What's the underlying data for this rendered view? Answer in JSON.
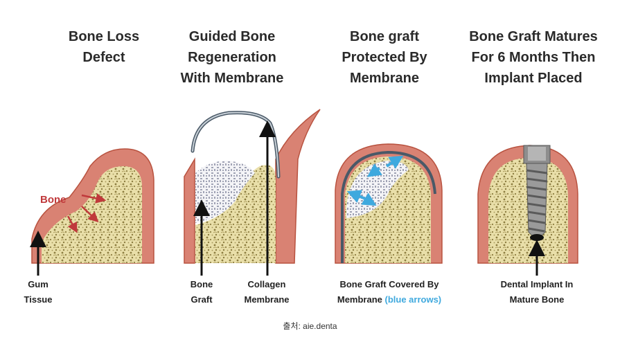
{
  "panels": [
    {
      "title": [
        "Bone Loss",
        "Defect"
      ],
      "labels": [
        {
          "lines": [
            "Gum",
            "Tissue"
          ]
        }
      ]
    },
    {
      "title": [
        "Guided Bone",
        "Regeneration",
        "With Membrane"
      ],
      "labels": [
        {
          "lines": [
            "Bone",
            "Graft"
          ]
        },
        {
          "lines": [
            "Collagen",
            "Membrane"
          ]
        }
      ]
    },
    {
      "title": [
        "Bone graft",
        "Protected By",
        "Membrane"
      ],
      "labels": [
        {
          "lines": [
            "Bone Graft Covered By",
            "Membrane"
          ],
          "highlight": "(blue arrows)"
        }
      ]
    },
    {
      "title": [
        "Bone Graft Matures",
        "For 6 Months Then",
        "Implant Placed"
      ],
      "labels": [
        {
          "lines": [
            "Dental Implant In",
            "Mature Bone"
          ]
        }
      ]
    }
  ],
  "bone_label": "Bone",
  "source": "출처: aie.denta",
  "colors": {
    "gum": "#d98273",
    "gum_dark": "#b8523f",
    "bone": "#e9dfa9",
    "bone_dot": "#8c7d40",
    "graft": "#ebebef",
    "membrane": "#6e7f8d",
    "blue_arrow": "#3fa9de",
    "red_arrow": "#c0393b",
    "implant": "#8e8e8e"
  }
}
